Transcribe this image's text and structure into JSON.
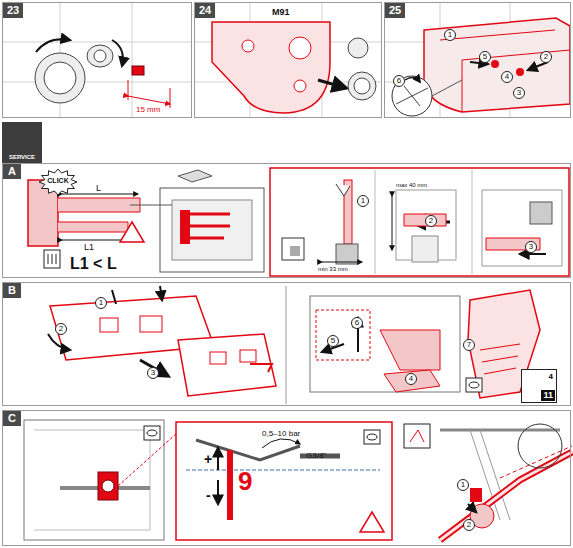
{
  "diagram": {
    "nodes": [
      {
        "text": [
          "23"
        ]
      },
      {
        "text": [
          "24"
        ]
      },
      {
        "text": [
          "25"
        ]
      },
      {
        "text": [
          "1"
        ],
        "in": 2
      },
      {
        "text": [
          "2"
        ],
        "in": 2
      },
      {
        "text": [
          "3"
        ],
        "in": 2
      },
      {
        "text": [
          "4"
        ],
        "in": 2
      },
      {
        "text": [
          "5"
        ],
        "in": 2
      },
      {
        "text": [
          "6"
        ],
        "in": 2
      },
      {
        "text": [
          "SERVICE"
        ]
      },
      {
        "text": [
          "A"
        ]
      },
      {
        "text": [
          "CLICK"
        ],
        "in": 10
      },
      {
        "text": [
          "1"
        ],
        "in": 10
      },
      {
        "text": [
          "2"
        ],
        "in": 10
      },
      {
        "text": [
          "3"
        ],
        "in": 10
      },
      {
        "text": [
          "B"
        ]
      },
      {
        "text": [
          "1"
        ],
        "in": 15
      },
      {
        "text": [
          "2"
        ],
        "in": 15
      },
      {
        "text": [
          "3"
        ],
        "in": 15
      },
      {
        "text": [
          "4"
        ],
        "in": 15
      },
      {
        "text": [
          "5"
        ],
        "in": 15
      },
      {
        "text": [
          "6"
        ],
        "in": 15
      },
      {
        "text": [
          "7"
        ],
        "in": 15
      },
      {
        "text": [
          "4",
          "11"
        ],
        "in": 15
      },
      {
        "text": [
          "C"
        ]
      },
      {
        "text": [
          "1"
        ],
        "in": 24
      },
      {
        "text": [
          "2"
        ],
        "in": 24
      }
    ],
    "labels": [
      "15 mm",
      "M91",
      "L",
      "L1",
      "L1 < L",
      "max 40 mm",
      "min 33 mm",
      "0,5–10 bar",
      "G3/8\"",
      "+",
      "-",
      "9"
    ]
  }
}
